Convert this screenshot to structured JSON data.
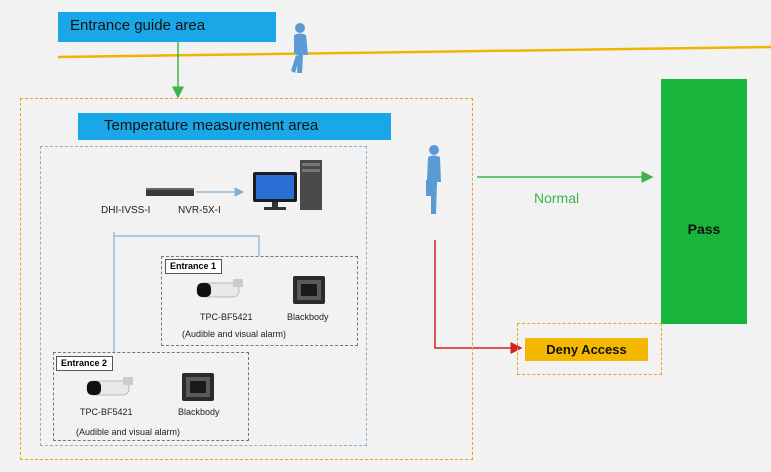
{
  "labels": {
    "entrance_guide_area": "Entrance guide area",
    "temperature_area": "Temperature measurement area",
    "nvr_left": "DHI-IVSS-I",
    "nvr_right": "NVR-5X-I",
    "entrance1": "Entrance 1",
    "entrance2": "Entrance 2",
    "camera1": "TPC-BF5421",
    "blackbody1": "Blackbody",
    "alarm1": "(Audible and visual alarm)",
    "camera2": "TPC-BF5421",
    "blackbody2": "Blackbody",
    "alarm2": "(Audible and visual alarm)",
    "normal": "Normal",
    "pass": "Pass",
    "deny_access": "Deny Access"
  },
  "colors": {
    "blue_banner": "#1aa7e8",
    "orange_line": "#f0b400",
    "orange_dash": "#f0a020",
    "green_arrow": "#3cb44b",
    "green_pass": "#19b43c",
    "red_arrow": "#d62020",
    "deny_bg": "#f5b800",
    "person": "#5b9bd5",
    "light_blue_line": "#8ab0d0"
  },
  "icons": [
    "person-icon",
    "nvr-device-icon",
    "computer-icon",
    "thermal-camera-icon",
    "blackbody-icon"
  ]
}
